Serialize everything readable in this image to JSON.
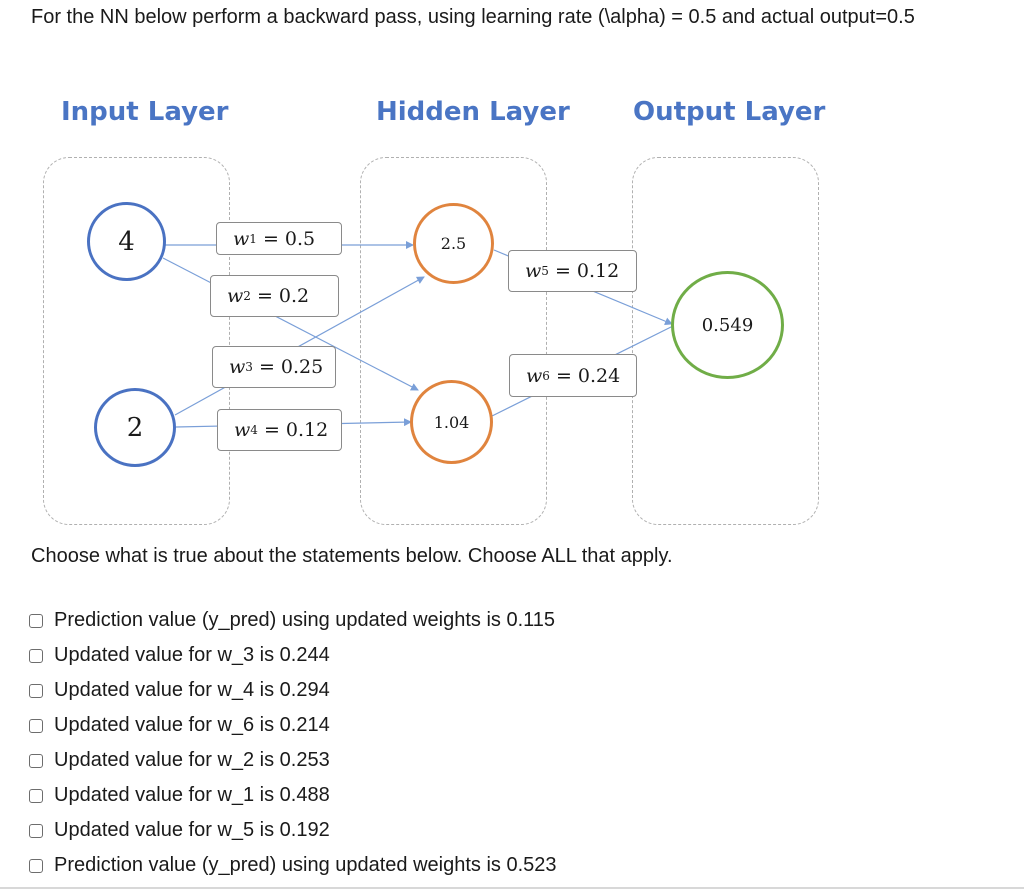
{
  "question": "For the NN below perform a backward pass, using learning rate (\\alpha) = 0.5 and actual output=0.5",
  "figure": {
    "input_layer_title": "Input Layer",
    "hidden_layer_title": "Hidden Layer",
    "output_layer_title": "Output Layer",
    "input_nodes": [
      "4",
      "2"
    ],
    "hidden_nodes": [
      "2.5",
      "1.04"
    ],
    "output_node": "0.549",
    "weights": {
      "w1": {
        "var": "w",
        "sub": "1",
        "value": "= 0.5"
      },
      "w2": {
        "var": "w",
        "sub": "2",
        "value": "= 0.2"
      },
      "w3": {
        "var": "w",
        "sub": "3",
        "value": "= 0.25"
      },
      "w4": {
        "var": "w",
        "sub": "4",
        "value": "= 0.12"
      },
      "w5": {
        "var": "w",
        "sub": "5",
        "value": "= 0.12"
      },
      "w6": {
        "var": "w",
        "sub": "6",
        "value": "= 0.24"
      }
    },
    "colors": {
      "input": "#4a72c2",
      "hidden": "#e0843e",
      "output": "#70ad47",
      "title": "#4a75c4",
      "link": "#7a9fd8"
    }
  },
  "prompt": "Choose what is true about the statements below. Choose ALL that apply.",
  "options": [
    "Prediction value (y_pred) using updated weights is 0.115",
    "Updated value for w_3 is 0.244",
    "Updated value for w_4 is 0.294",
    "Updated value for w_6 is 0.214",
    "Updated value for w_2 is 0.253",
    "Updated value for w_1 is 0.488",
    "Updated value for w_5 is 0.192",
    "Prediction value (y_pred) using updated weights is 0.523"
  ]
}
